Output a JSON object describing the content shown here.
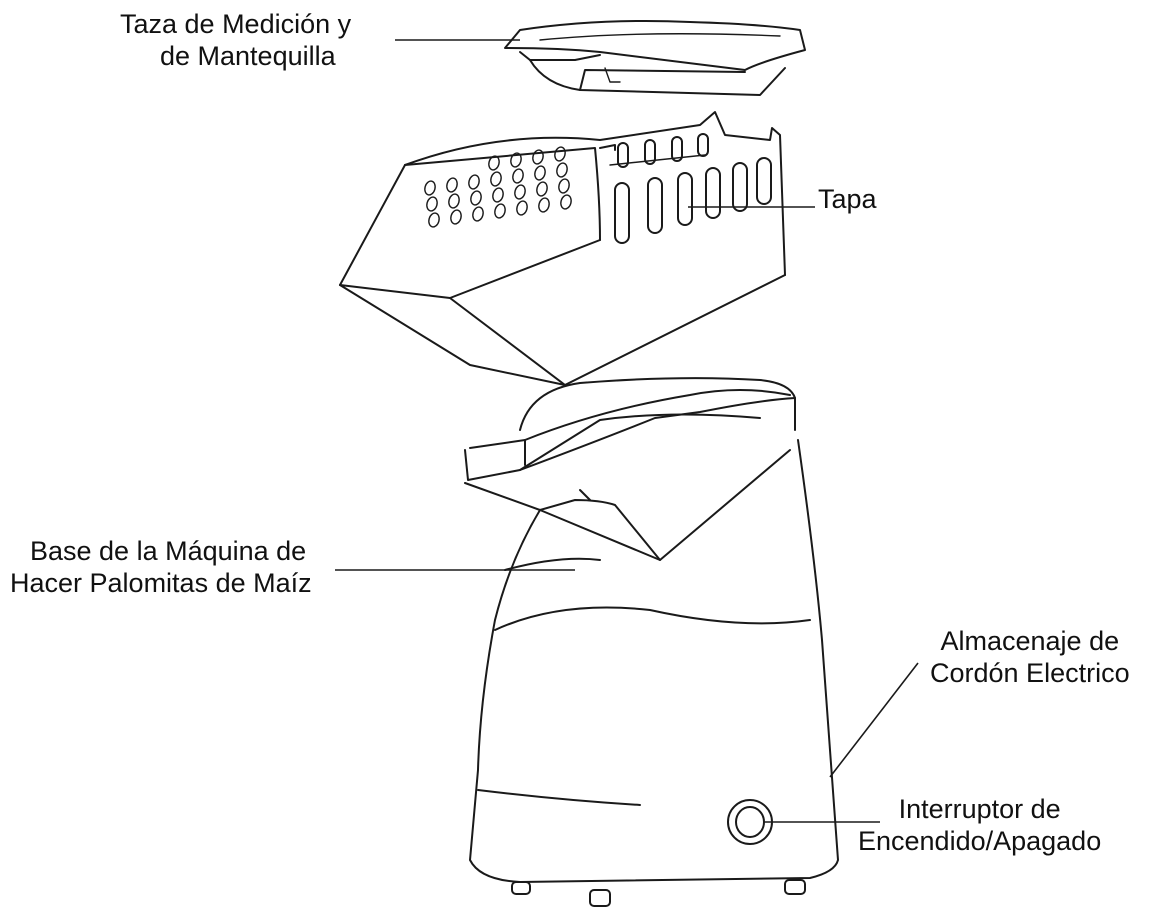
{
  "labels": {
    "measuring_cup": [
      "Taza de Medición y",
      "de Mantequilla"
    ],
    "lid": [
      "Tapa"
    ],
    "base": [
      "Base de la Máquina de",
      "Hacer Palomitas de Maíz"
    ],
    "cord_storage": [
      "Almacenaje de",
      "Cordón Electrico"
    ],
    "power_switch": [
      "Interruptor de",
      "Encendido/Apagado"
    ]
  }
}
